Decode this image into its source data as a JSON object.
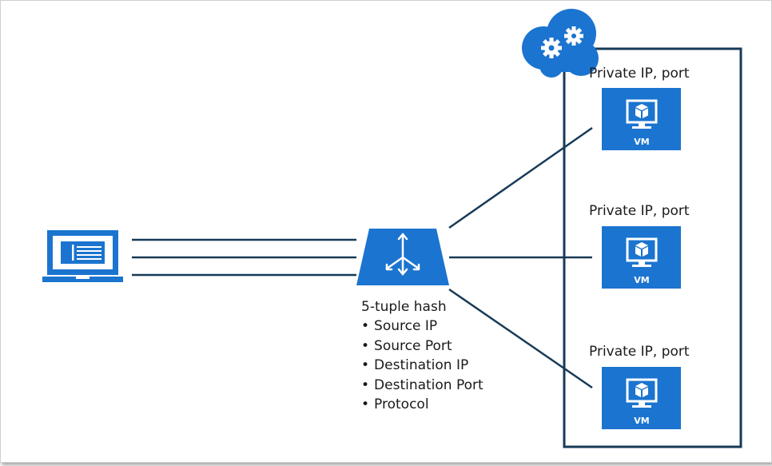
{
  "colors": {
    "accent": "#1b74cf",
    "line": "#173a57"
  },
  "vms": [
    {
      "label": "Private IP, port",
      "tag": "VM"
    },
    {
      "label": "Private IP, port",
      "tag": "VM"
    },
    {
      "label": "Private IP, port",
      "tag": "VM"
    }
  ],
  "load_balancer": {
    "title": "5-tuple hash",
    "fields": [
      "Source IP",
      "Source Port",
      "Destination IP",
      "Destination Port",
      "Protocol"
    ]
  },
  "icons": {
    "client": "laptop-icon",
    "balancer": "load-balancer-icon",
    "cloud": "cloud-gears-icon",
    "vm": "monitor-cube-icon"
  }
}
